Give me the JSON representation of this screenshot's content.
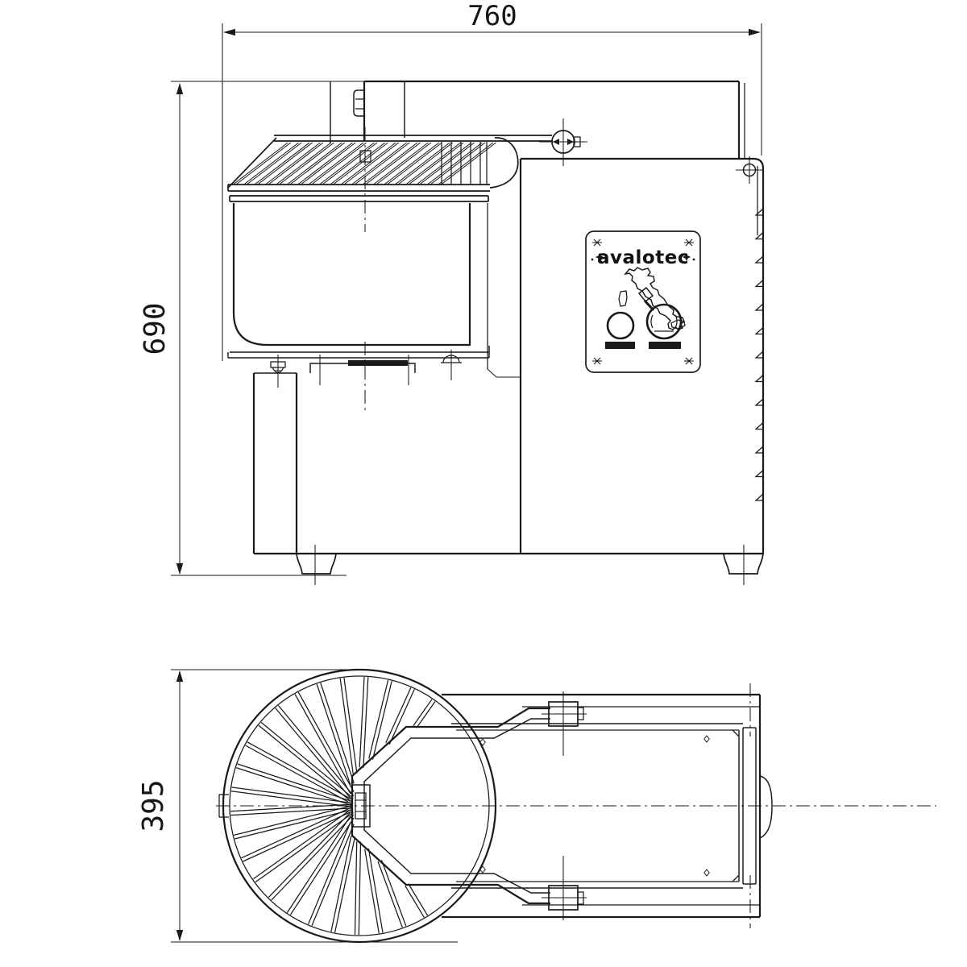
{
  "drawing": {
    "brand": {
      "label": "avalotec"
    },
    "dimensions": {
      "overall_width_mm": "760",
      "overall_height_mm": "690",
      "bowl_diameter_mm": "395"
    },
    "colors": {
      "line": "#1a1a1a",
      "background": "#ffffff"
    },
    "icons": {
      "lid_hinge_pivot": "crosshair-circle",
      "alignment_target": "crosshair-circle",
      "panel_screws": "asterisk-mark",
      "brand_ornament": "star-mark",
      "country_map": "italy-silhouette"
    }
  }
}
